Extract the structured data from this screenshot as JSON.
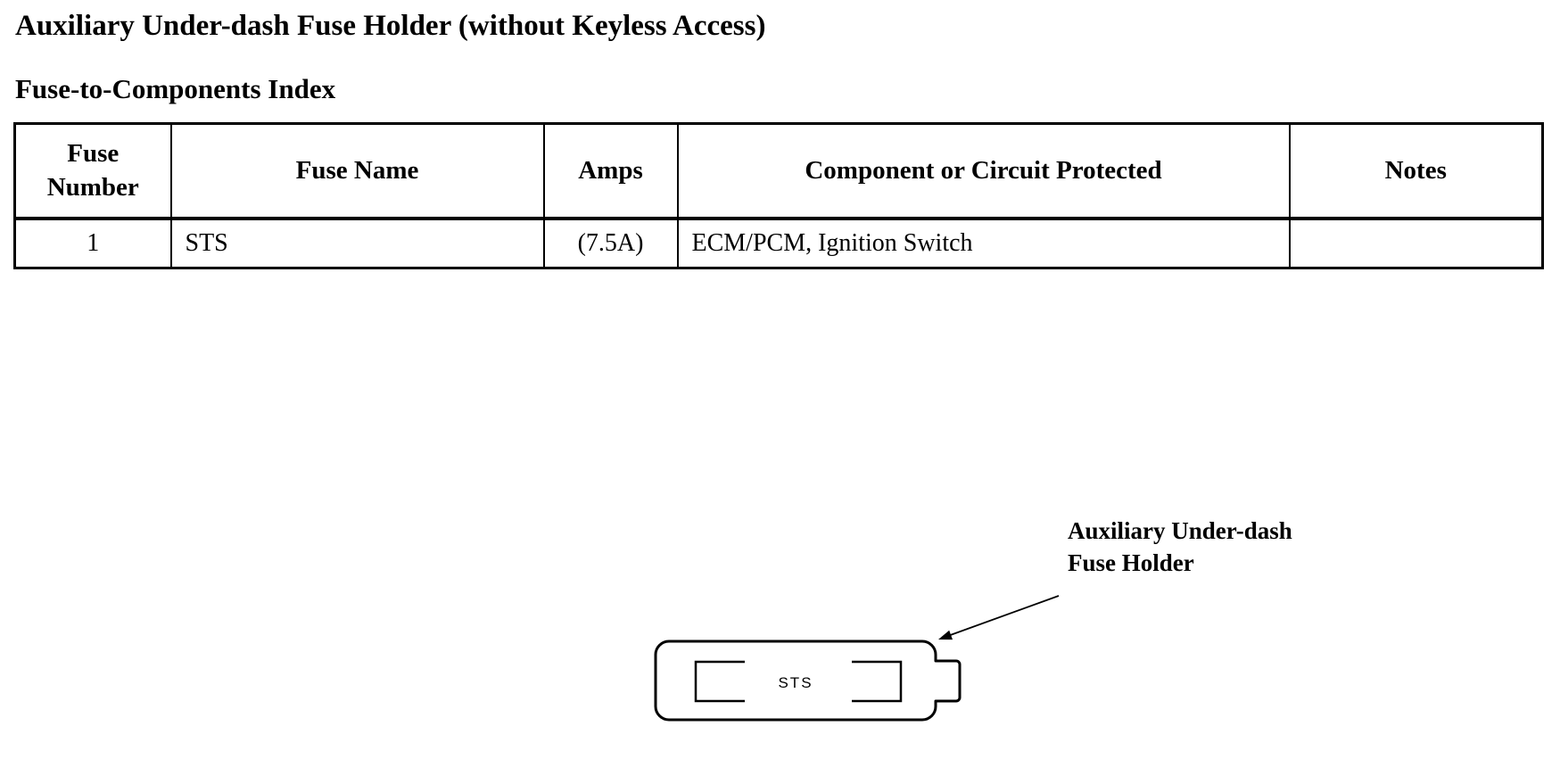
{
  "document": {
    "title": "Auxiliary Under-dash Fuse Holder (without Keyless Access)",
    "section_heading": "Fuse-to-Components Index"
  },
  "fuse_table": {
    "columns": [
      "Fuse Number",
      "Fuse Name",
      "Amps",
      "Component or Circuit Protected",
      "Notes"
    ],
    "rows": [
      [
        "1",
        "STS",
        "(7.5A)",
        "ECM/PCM, Ignition Switch",
        ""
      ]
    ]
  },
  "diagram": {
    "fuse_slot_label": "STS",
    "callout": {
      "line1": "Auxiliary Under-dash",
      "line2": "Fuse Holder"
    }
  },
  "colors": {
    "ink": "#000000",
    "paper": "#ffffff"
  }
}
